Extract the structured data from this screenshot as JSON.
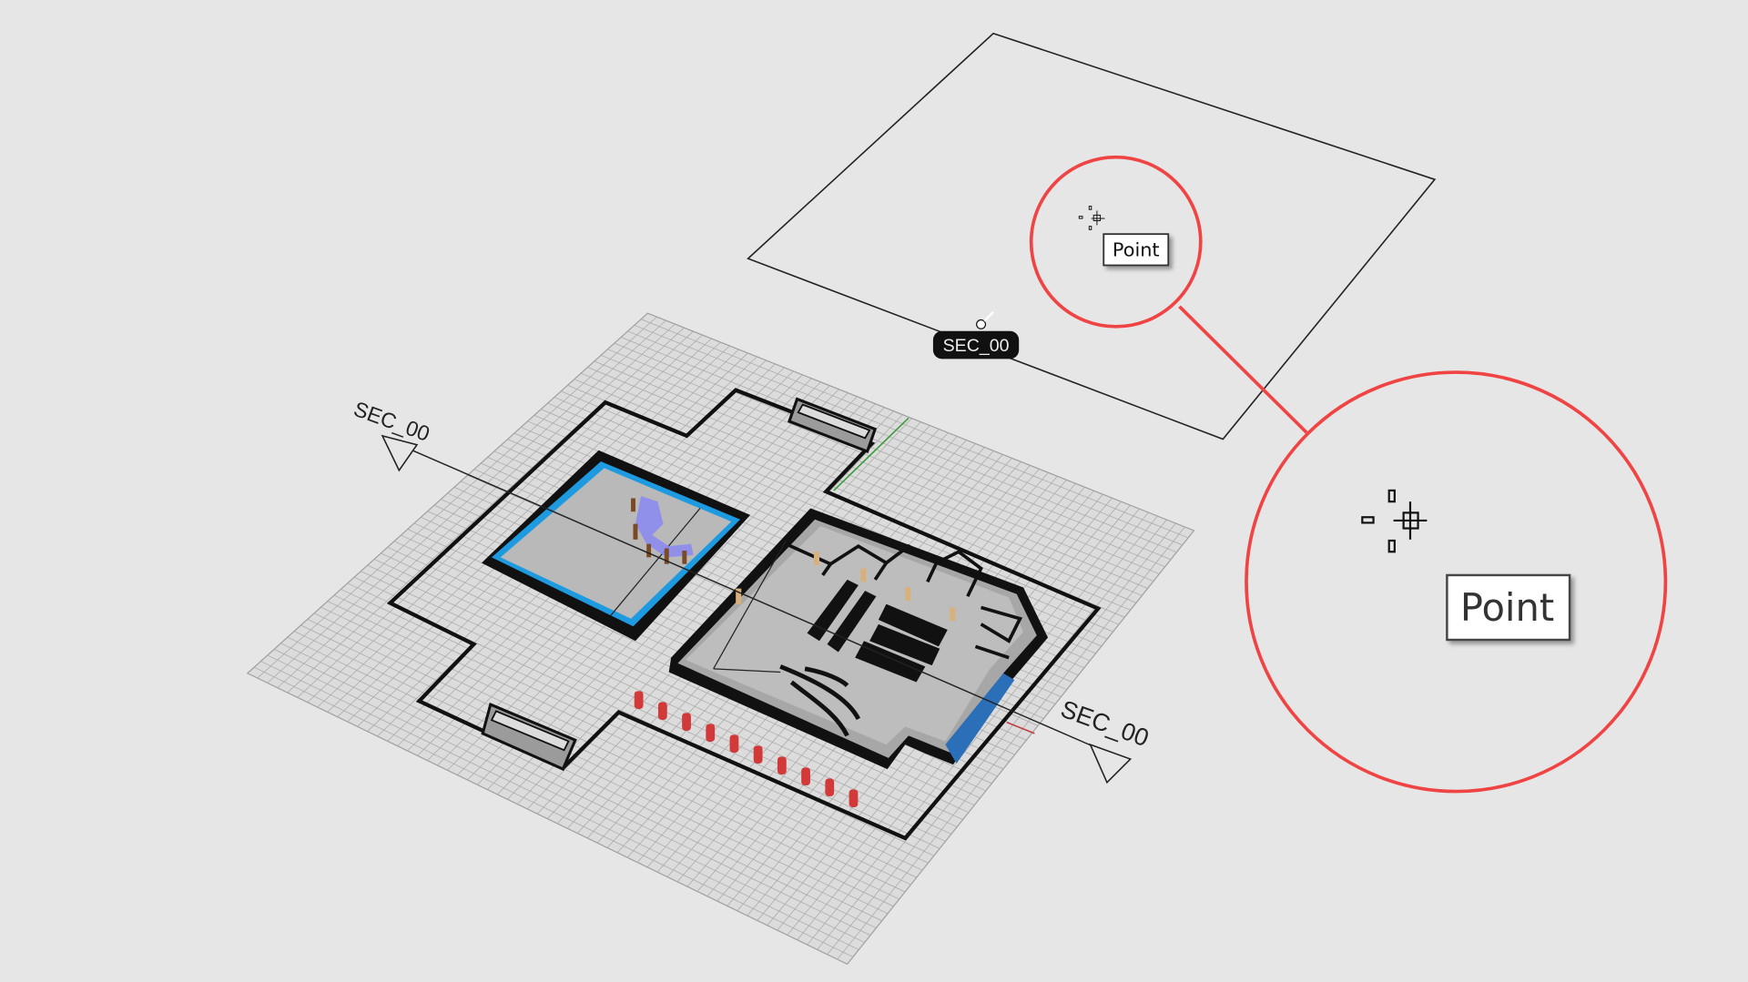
{
  "viewport": {
    "section_labels": {
      "left": "SEC_00",
      "right": "SEC_00",
      "pill": "SEC_00"
    },
    "tooltip_small": "Point",
    "tooltip_zoomed": "Point"
  },
  "colors": {
    "background": "#e6e6e6",
    "highlight_circle": "#f04444",
    "wall_blue": "#1e9be0",
    "bollard_red": "#d23a3a",
    "axis_green": "#3a9a3a",
    "axis_red": "#c04040",
    "figure_purple": "#8c8cf0"
  }
}
